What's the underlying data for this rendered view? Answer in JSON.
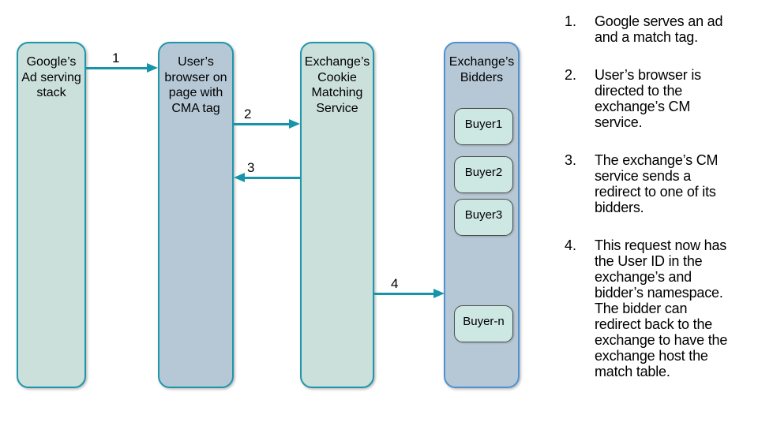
{
  "colors": {
    "green_fill": "#cbe0da",
    "teal_border": "#1f96a9",
    "blue_fill": "#b6c8d6",
    "blue_border": "#4f92d1",
    "chip_fill": "#cde7e2",
    "chip_border": "#4f4f4f",
    "arrow": "#1794a9",
    "text": "#000000"
  },
  "diagram": {
    "boxes": [
      {
        "label": "Google’s\nAd serving\nstack"
      },
      {
        "label": "User’s\nbrowser on\npage with\nCMA tag"
      },
      {
        "label": "Exchange’s\nCookie\nMatching\nService"
      },
      {
        "label": "Exchange’s\nBidders"
      }
    ],
    "bidders": [
      "Buyer1",
      "Buyer2",
      "Buyer3",
      "Buyer-n"
    ],
    "arrows": [
      {
        "label": "1",
        "from": "Google’s Ad serving stack",
        "to": "User’s browser on page with CMA tag"
      },
      {
        "label": "2",
        "from": "User’s browser on page with CMA tag",
        "to": "Exchange’s Cookie Matching Service"
      },
      {
        "label": "3",
        "from": "Exchange’s Cookie Matching Service",
        "to": "User’s browser on page with CMA tag"
      },
      {
        "label": "4",
        "from": "Exchange’s Cookie Matching Service",
        "to": "Exchange’s Bidders"
      }
    ]
  },
  "steps": {
    "items": [
      {
        "num": "1.",
        "text": "Google serves an ad\nand a match tag."
      },
      {
        "num": "2.",
        "text": "User’s browser is\ndirected to the\nexchange’s CM\nservice."
      },
      {
        "num": "3.",
        "text": "The exchange’s CM\nservice sends a\nredirect to one of its\nbidders."
      },
      {
        "num": "4.",
        "text": "This request now has\nthe User ID in the\nexchange’s and\nbidder’s namespace.\nThe bidder can\nredirect back to the\nexchange to have the\nexchange host the\nmatch table."
      }
    ]
  }
}
